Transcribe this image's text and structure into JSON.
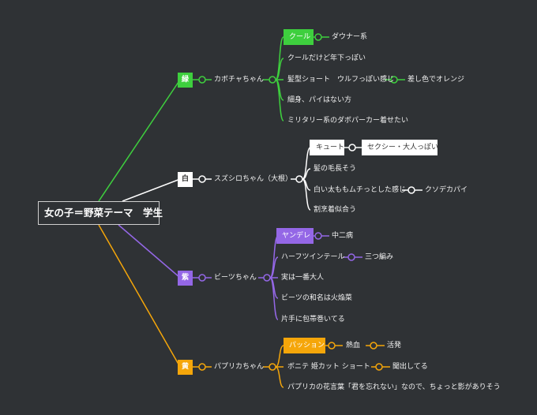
{
  "root": "女の子＝野菜テーマ　学生",
  "colors": {
    "green": "#3ecf3e",
    "white": "#ffffff",
    "purple": "#9467e6",
    "orange": "#f5a60a",
    "bg": "#2f3235"
  },
  "green": {
    "tag": "緑",
    "name": "カボチャちゃん",
    "highlight": "クール",
    "highlight_child": "ダウナー系",
    "items": [
      "クールだけど年下っぽい",
      "髪型ショート　ウルフっぽい感じ",
      "細身、パイはない方",
      "ミリタリー系のダボパーカー着せたい"
    ],
    "item_child": "差し色でオレンジ"
  },
  "white": {
    "tag": "白",
    "name": "スズシロちゃん（大根）",
    "highlight": "キュート",
    "highlight_child": "セクシー・大人っぽい",
    "items": [
      "髪の毛長そう",
      "白い太ももムチっとした感じ",
      "割烹着似合う"
    ],
    "item_child": "クソデカパイ"
  },
  "purple": {
    "tag": "紫",
    "name": "ビーツちゃん",
    "highlight": "ヤンデレ",
    "highlight_child": "中二病",
    "items": [
      "ハーフツインテール",
      "実は一番大人",
      "ビーツの和名は火焔菜",
      "片手に包帯巻いてる"
    ],
    "item_child": "三つ編み"
  },
  "yellow": {
    "tag": "黄",
    "name": "パプリカちゃん",
    "highlight": "パッション",
    "highlight_child": "熱血",
    "highlight_grandchild": "活発",
    "items": [
      "ボニテ 姫カット ショート",
      "パプリカの花言葉「君を忘れない」なので、ちょっと影がありそう"
    ],
    "item_child": "聞出してる"
  }
}
